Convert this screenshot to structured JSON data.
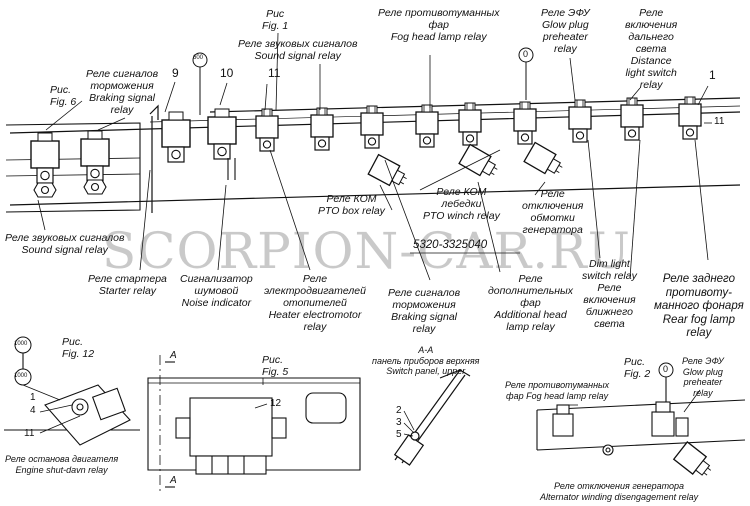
{
  "labels": {
    "fig1": [
      "Рис",
      "Fig. 1"
    ],
    "fig6": [
      "Рис.",
      "Fig. 6"
    ],
    "fig12": [
      "Рис.",
      "Fig. 12"
    ],
    "fig5": [
      "Рис.",
      "Fig. 5"
    ],
    "fig2": [
      "Рис.",
      "Fig. 2"
    ],
    "braking_top": [
      "Реле сигналов",
      "торможения",
      "Braking signal",
      "relay"
    ],
    "sound_top": [
      "Реле звуковых сигналов",
      "Sound signal relay"
    ],
    "fog_top": [
      "Реле противотуманных",
      "фар",
      "Fog head lamp relay"
    ],
    "glow_top": [
      "Реле ЭФУ",
      "Glow plug",
      "preheater",
      "relay"
    ],
    "distance_top": [
      "Реле",
      "включения",
      "дальнего",
      "света",
      "Distance",
      "light switch",
      "relay"
    ],
    "sound_left": [
      "Реле звуковых сигналов",
      "Sound signal relay"
    ],
    "pto_box": [
      "Реле КОМ",
      "PTO box relay"
    ],
    "pto_winch": [
      "Реле КОМ",
      "лебедки",
      "PTO winch relay"
    ],
    "alt_coil": [
      "Реле",
      "отключения",
      "обмотки",
      "генератора"
    ],
    "starter": [
      "Реле стартера",
      "Starter relay"
    ],
    "noise": [
      "Сигнализатор",
      "шумовой",
      "Noise indicator"
    ],
    "heater": [
      "Реле",
      "электродвигателей",
      "отопителей",
      "Heater electromotor",
      "relay"
    ],
    "braking_bottom": [
      "Реле сигналов",
      "торможения",
      "Braking signal",
      "relay"
    ],
    "add_head": [
      "Реле",
      "дополнительных",
      "фар",
      "Additional head",
      "lamp relay"
    ],
    "dim": [
      "Dim light",
      "switch relay",
      "Реле",
      "включения",
      "ближнего",
      "света"
    ],
    "rear_fog": [
      "Реле заднего",
      "противоту-",
      "манного фонаря",
      "Rear fog lamp",
      "relay"
    ],
    "shutdown": [
      "Реле останова двигателя",
      "Engine shut-davn relay"
    ],
    "panel": [
      "A-A",
      "панель приборов верхняя",
      "Switch panel, upper"
    ],
    "fog_br": [
      "Реле противотуманных",
      "фар Fog head lamp relay"
    ],
    "glow_br": [
      "Реле ЭФУ",
      "Glow plug",
      "preheater",
      "relay"
    ],
    "alt_br": [
      "Реле отключения генератора",
      "Alternator winding disengagement relay"
    ]
  },
  "numbers": {
    "n9": "9",
    "n10": "10",
    "n11a": "11",
    "n1a": "1",
    "n11b": "11",
    "n1b": "1",
    "n4": "4",
    "n11c": "11",
    "n12": "12",
    "n2": "2",
    "n3": "3",
    "n5": "5",
    "sectionA1": "A",
    "sectionA2": "A"
  },
  "callouts": {
    "c600": "600",
    "c0a": "0",
    "c1000a": "1000",
    "c1000b": "1000",
    "c0b": "0"
  },
  "part_number": "5320-3325040",
  "watermark": "SCORPION-CAR.RU"
}
